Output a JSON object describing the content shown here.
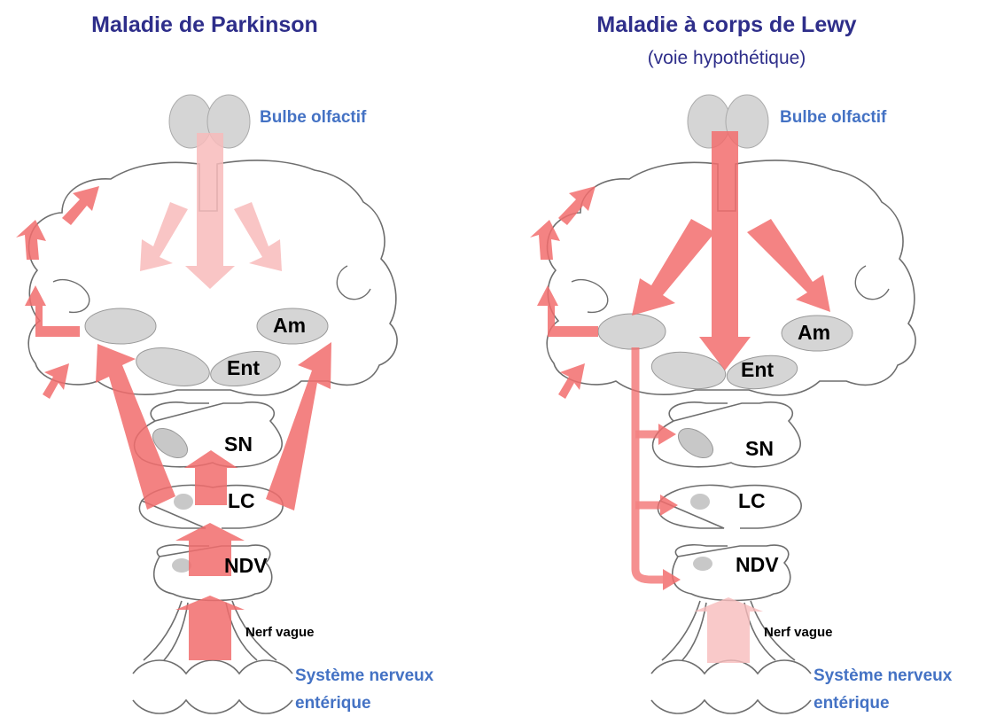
{
  "left_panel": {
    "title": "Maladie de Parkinson",
    "labels": {
      "olfactory_bulb": "Bulbe olfactif",
      "amygdala": "Am",
      "entorhinal": "Ent",
      "substantia_nigra": "SN",
      "locus_coeruleus": "LC",
      "dorsal_vagal_nucleus": "NDV",
      "vagus_nerve": "Nerf vague",
      "enteric_nervous_system": "Système nerveux entérique"
    }
  },
  "right_panel": {
    "title": "Maladie à corps de Lewy",
    "subtitle": "(voie hypothétique)",
    "labels": {
      "olfactory_bulb": "Bulbe olfactif",
      "amygdala": "Am",
      "entorhinal": "Ent",
      "substantia_nigra": "SN",
      "locus_coeruleus": "LC",
      "dorsal_vagal_nucleus": "NDV",
      "vagus_nerve": "Nerf vague",
      "enteric_nervous_system": "Système nerveux entérique"
    }
  },
  "colors": {
    "title": "#2e2e8a",
    "label_blue": "#4472c4",
    "arrow_red": "#f26d6d",
    "arrow_faded": "#f8bcbc",
    "structure_fill": "#d5d5d5",
    "outline": "#6e6e6e"
  }
}
